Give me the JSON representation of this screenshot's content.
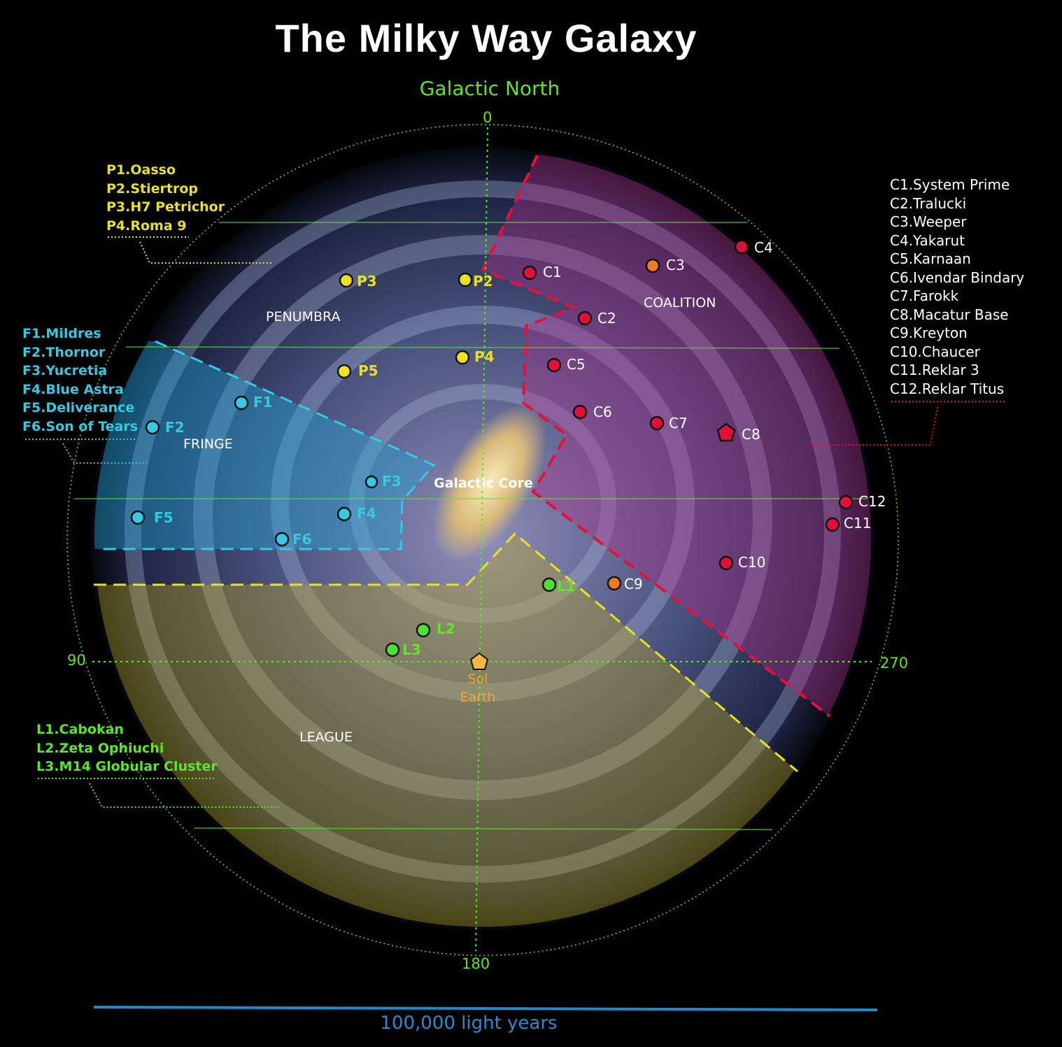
{
  "title": "The Milky Way Galaxy",
  "compass": {
    "north_label": "Galactic North",
    "deg_0": "0",
    "deg_90": "90",
    "deg_180": "180",
    "deg_270": "270"
  },
  "regions": {
    "penumbra": "PENUMBRA",
    "coalition": "COALITION",
    "fringe": "FRINGE",
    "league": "LEAGUE",
    "core": "Galactic Core"
  },
  "sol": {
    "line1": "Sol",
    "line2": "Earth"
  },
  "scale": {
    "label": "100,000 light years"
  },
  "colors": {
    "penumbra": "#e8e02a",
    "fringe": "#38c8e0",
    "league": "#5ee62a",
    "coalition": "#e0103a",
    "neutral": "#f07a20",
    "grid": "#5ee62a",
    "scale": "#1e8ac8"
  },
  "legends": {
    "penumbra": [
      "P1.Oasso",
      "P2.Stiertrop",
      "P3.H7 Petrichor",
      "P4.Roma 9"
    ],
    "fringe": [
      "F1.Mildres",
      "F2.Thornor",
      "F3.Yucretia",
      "F4.Blue Astra",
      "F5.Deliverance",
      "F6.Son of Tears"
    ],
    "league": [
      "L1.Cabokan",
      "L2.Zeta Ophiuchi",
      "L3.M14 Globular Cluster"
    ],
    "coalition": [
      "C1.System Prime",
      "C2.Tralucki",
      "C3.Weeper",
      "C4.Yakarut",
      "C5.Karnaan",
      "C6.Ivendar Bindary",
      "C7.Farokk",
      "C8.Macatur Base",
      "C9.Kreyton",
      "C10.Chaucer",
      "C11.Reklar 3",
      "C12.Reklar Titus"
    ]
  },
  "markers": {
    "p2": "P2",
    "p3": "P3",
    "p4": "P4",
    "p5": "P5",
    "f1": "F1",
    "f2": "F2",
    "f3": "F3",
    "f4": "F4",
    "f5": "F5",
    "f6": "F6",
    "l1": "L1",
    "l2": "L2",
    "l3": "L3",
    "c1": "C1",
    "c2": "C2",
    "c3": "C3",
    "c4": "C4",
    "c5": "C5",
    "c6": "C6",
    "c7": "C7",
    "c8": "C8",
    "c9": "C9",
    "c10": "C10",
    "c11": "C11",
    "c12": "C12"
  }
}
